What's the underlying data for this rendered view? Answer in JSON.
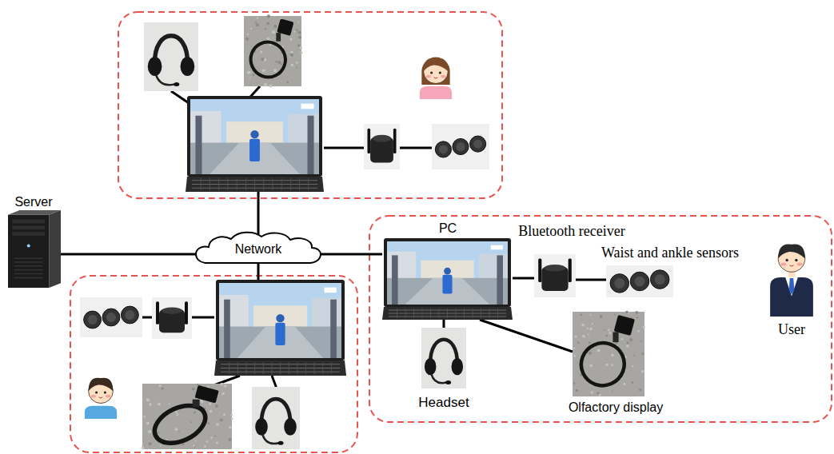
{
  "diagram": {
    "nodes": [
      {
        "text": [
          "Server"
        ]
      },
      {
        "text": [
          "Network"
        ]
      },
      {
        "text": [
          "PC"
        ]
      },
      {
        "text": [
          "Bluetooth receiver"
        ]
      },
      {
        "text": [
          "Waist and ankle sensors"
        ]
      },
      {
        "text": [
          "User"
        ]
      },
      {
        "text": [
          "Headset"
        ]
      },
      {
        "text": [
          "Olfactory display"
        ]
      }
    ],
    "edges": [
      {
        "from": 0,
        "to": 1,
        "arrow": "none"
      },
      {
        "from": 1,
        "to": 2,
        "arrow": "none"
      },
      {
        "from": 2,
        "to": 3,
        "arrow": "none"
      },
      {
        "from": 3,
        "to": 4,
        "arrow": "none"
      },
      {
        "from": 2,
        "to": 6,
        "arrow": "none"
      },
      {
        "from": 2,
        "to": 7,
        "arrow": "none"
      }
    ]
  }
}
